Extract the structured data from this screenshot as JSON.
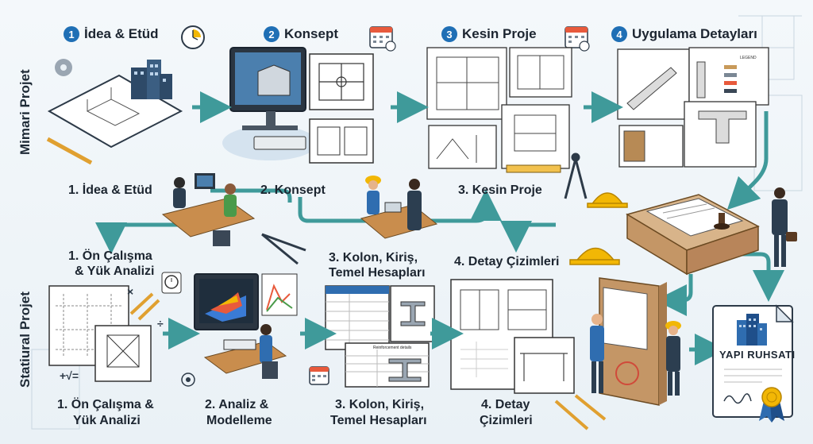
{
  "bands": {
    "top": "Mimari Projet",
    "bottom": "Statiural Projet"
  },
  "top_steps": [
    {
      "num": "1",
      "title": "İdea & Etüd"
    },
    {
      "num": "2",
      "title": "Konsept"
    },
    {
      "num": "3",
      "title": "Kesin Proje"
    },
    {
      "num": "4",
      "title": "Uygulama Detayları"
    }
  ],
  "mid_captions": {
    "idea": "1. İdea & Etüd",
    "konsept": "2. Konsept",
    "kesin": "3. Kesin Proje",
    "on_calisma_1": "1. Ön Çalışma",
    "on_calisma_2": "& Yük Analizi",
    "kolon_1": "3. Kolon, Kiriş,",
    "kolon_2": "Temel Hesapları",
    "detay": "4. Detay Çizimleri"
  },
  "bottom_captions": {
    "on_1": "1. Ön Çalışma &",
    "on_2": "Yük Analizi",
    "analiz_1": "2. Analiz &",
    "analiz_2": "Modelleme",
    "kolon_1": "3. Kolon, Kiriş,",
    "kolon_2": "Temel Hesapları",
    "detay_1": "4. Detay",
    "detay_2": "Çizimleri"
  },
  "permit": {
    "title": "YAPI RUHSATI"
  },
  "sheet_labels": {
    "legend": "LEGEND",
    "reinforcement": "Reinforcement details"
  },
  "colors": {
    "accent": "#1f6fb5",
    "arrow": "#3f9a9a",
    "ink": "#1c2530",
    "hardhat": "#f2b705"
  }
}
